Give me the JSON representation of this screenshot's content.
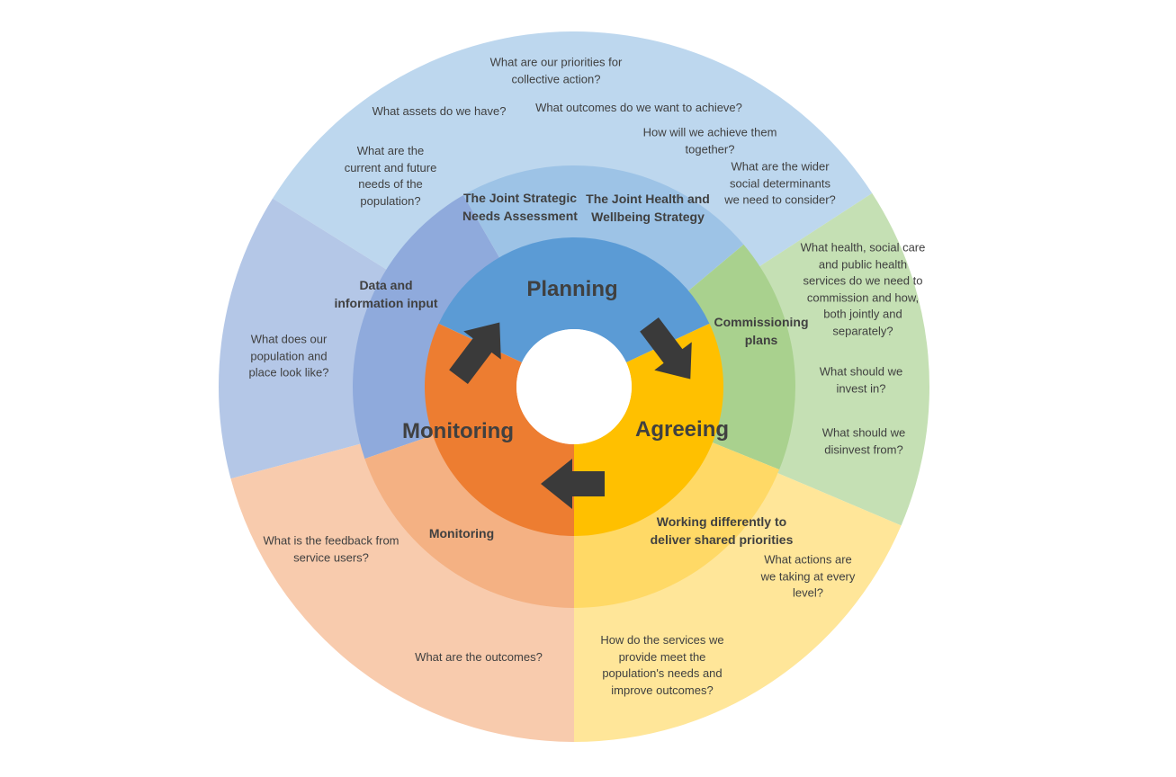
{
  "colors": {
    "background": "#ffffff",
    "blue_outer": "#bdd7ee",
    "blue_middle": "#9dc3e6",
    "blue_core": "#5b9bd5",
    "periwinkle_outer": "#b4c7e7",
    "periwinkle_middle": "#8faadc",
    "green_outer": "#c5e0b4",
    "green_middle": "#a9d18e",
    "yellow_outer": "#ffe699",
    "yellow_middle": "#ffd966",
    "yellow_core": "#ffc000",
    "orange_outer": "#f8cbad",
    "orange_middle": "#f4b183",
    "orange_core": "#ed7d31",
    "arrow": "#3a3a3a",
    "text": "#404040"
  },
  "core": {
    "planning": "Planning",
    "agreeing": "Agreeing",
    "monitoring": "Monitoring"
  },
  "middle_ring": {
    "jsna": "The Joint Strategic\nNeeds Assessment",
    "jhws": "The Joint Health and\nWellbeing Strategy",
    "data_input": "Data and\ninformation input",
    "commissioning": "Commissioning\nplans",
    "working_differently": "Working differently to\ndeliver shared priorities",
    "monitoring": "Monitoring"
  },
  "outer_ring": {
    "priorities": "What are our priorities for\ncollective action?",
    "assets": "What assets do we have?",
    "outcomes_want": "What outcomes do we want to achieve?",
    "achieve_together": "How will we achieve them\ntogether?",
    "needs": "What are the\ncurrent and future\nneeds of the\npopulation?",
    "determinants": "What are the wider\nsocial determinants\nwe need to consider?",
    "population_place": "What does our\npopulation and\nplace look like?",
    "commission": "What health, social care\nand public health\nservices do we need to\ncommission and how,\nboth jointly and\nseparately?",
    "invest": "What should we\ninvest in?",
    "disinvest": "What should we\ndisinvest from?",
    "feedback": "What is the feedback from\nservice users?",
    "actions": "What actions are\nwe taking at every\nlevel?",
    "outcomes": "What are the outcomes?",
    "services_meet": "How do the services we\nprovide meet the\npopulation's needs and\nimprove outcomes?"
  },
  "icons": {
    "arrow_up": "arrow-up-right-icon",
    "arrow_down": "arrow-down-right-icon",
    "arrow_left": "arrow-left-icon"
  }
}
